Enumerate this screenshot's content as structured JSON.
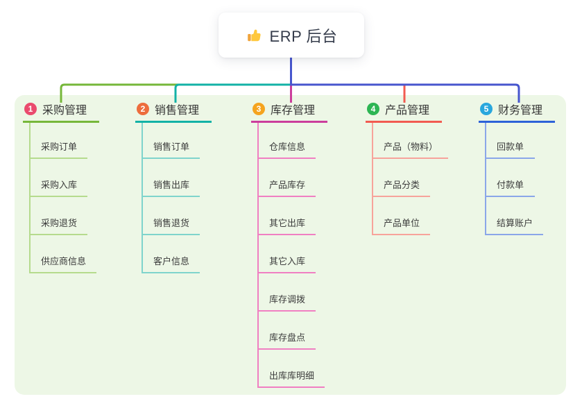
{
  "root": {
    "title": "ERP 后台",
    "icon": "thumbs-up-icon"
  },
  "panel_bg": "#edf7e6",
  "connector_colors": {
    "root_stem": "#4756ce",
    "branch1": "#76b73a",
    "branch2": "#13b2a6",
    "branch3": "#cb3e9c",
    "branch4": "#f25b51",
    "branch5": "#2d62d8"
  },
  "branches": [
    {
      "num": "1",
      "label": "采购管理",
      "badge_color": "#ea4b6e",
      "line_color": "#76b73a",
      "light_line_color": "#b5db8d",
      "children": [
        "采购订单",
        "采购入库",
        "采购退货",
        "供应商信息"
      ]
    },
    {
      "num": "2",
      "label": "销售管理",
      "badge_color": "#ed6d3d",
      "line_color": "#13b2a6",
      "light_line_color": "#7fd4cc",
      "children": [
        "销售订单",
        "销售出库",
        "销售退货",
        "客户信息"
      ]
    },
    {
      "num": "3",
      "label": "库存管理",
      "badge_color": "#f5a41f",
      "line_color": "#cb3e9c",
      "light_line_color": "#f07fc2",
      "children": [
        "仓库信息",
        "产品库存",
        "其它出库",
        "其它入库",
        "库存调拨",
        "库存盘点",
        "出库库明细"
      ]
    },
    {
      "num": "4",
      "label": "产品管理",
      "badge_color": "#2db553",
      "line_color": "#f25b51",
      "light_line_color": "#f7a39b",
      "children": [
        "产品（物料）",
        "产品分类",
        "产品单位"
      ]
    },
    {
      "num": "5",
      "label": "财务管理",
      "badge_color": "#29a7dd",
      "line_color": "#2d62d8",
      "light_line_color": "#8aa6e9",
      "children": [
        "回款单",
        "付款单",
        "结算账户"
      ]
    }
  ]
}
